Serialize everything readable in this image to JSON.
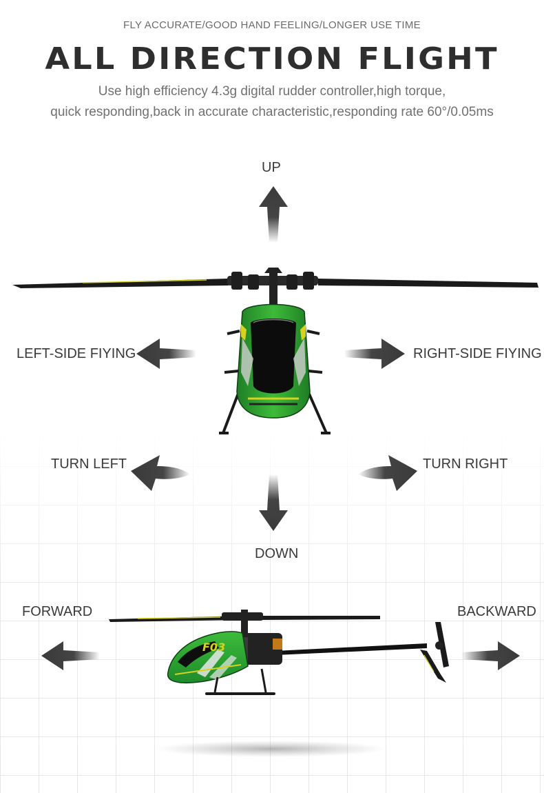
{
  "header": {
    "tagline": "FLY ACCURATE/GOOD HAND FEELING/LONGER USE TIME",
    "title": "ALL DIRECTION FLIGHT",
    "desc_line1": "Use high efficiency 4.3g digital rudder controller,high torque,",
    "desc_line2": "quick responding,back in accurate characteristic,responding rate 60°/0.05ms"
  },
  "directions": {
    "up": "UP",
    "down": "DOWN",
    "left_side": "LEFT-SIDE FIYING",
    "right_side": "RIGHT-SIDE FIYING",
    "turn_left": "TURN LEFT",
    "turn_right": "TURN RIGHT",
    "forward": "FORWARD",
    "backward": "BACKWARD"
  },
  "product": {
    "model_label": "F03"
  },
  "colors": {
    "body_green": "#2fa52f",
    "dark_green": "#136b1c",
    "accent_yellow": "#d7d21e",
    "arrow_gray": "#3c3c3c"
  },
  "icons": [
    "up-arrow-icon",
    "down-arrow-icon",
    "left-arrow-icon",
    "right-arrow-icon",
    "turn-left-arrow-icon",
    "turn-right-arrow-icon",
    "forward-arrow-icon",
    "backward-arrow-icon"
  ]
}
